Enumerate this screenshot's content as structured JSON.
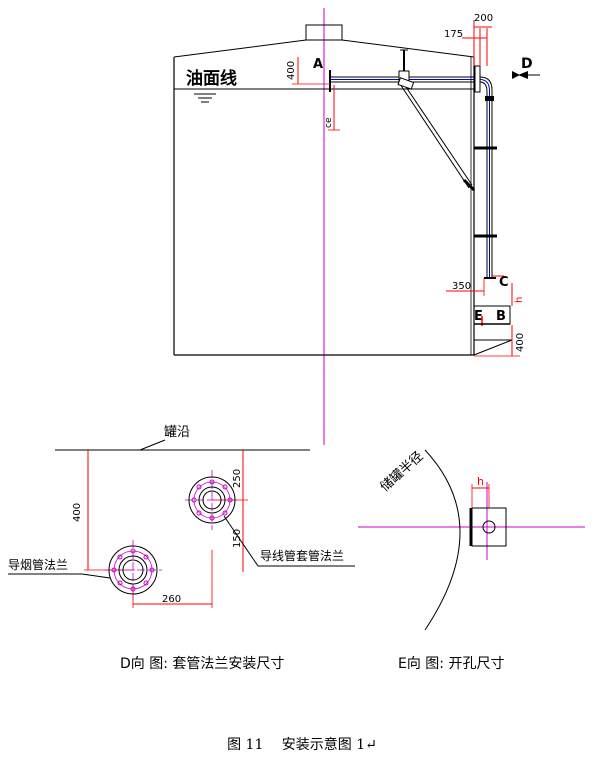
{
  "figure": {
    "caption": "图 11　 安装示意图 1↵"
  },
  "tank": {
    "oil_level_label": "油面线",
    "dim_400_top": "400",
    "dim_175": "175",
    "dim_200": "200",
    "dim_350": "350",
    "dim_h": "h",
    "dim_400_bottom": "400",
    "dim_small": "ce",
    "label_A": "A",
    "label_B": "B",
    "label_C": "C",
    "label_D": "D",
    "label_E": "E"
  },
  "view_d": {
    "title": "D向  图: 套管法兰安装尺寸",
    "tank_edge": "罐沿",
    "dim_400": "400",
    "dim_250": "250",
    "dim_150": "150",
    "dim_260": "260",
    "flue_flange": "导烟管法兰",
    "wire_flange": "导线管套管法兰"
  },
  "view_e": {
    "title": "E向  图: 开孔尺寸",
    "radius_label": "储罐半径",
    "dim_h": "h"
  },
  "colors": {
    "line": "#000000",
    "dimension": "#ff0000",
    "centerline": "#cc00cc",
    "flange": "#cc00cc",
    "pipe": "#0000cc"
  }
}
